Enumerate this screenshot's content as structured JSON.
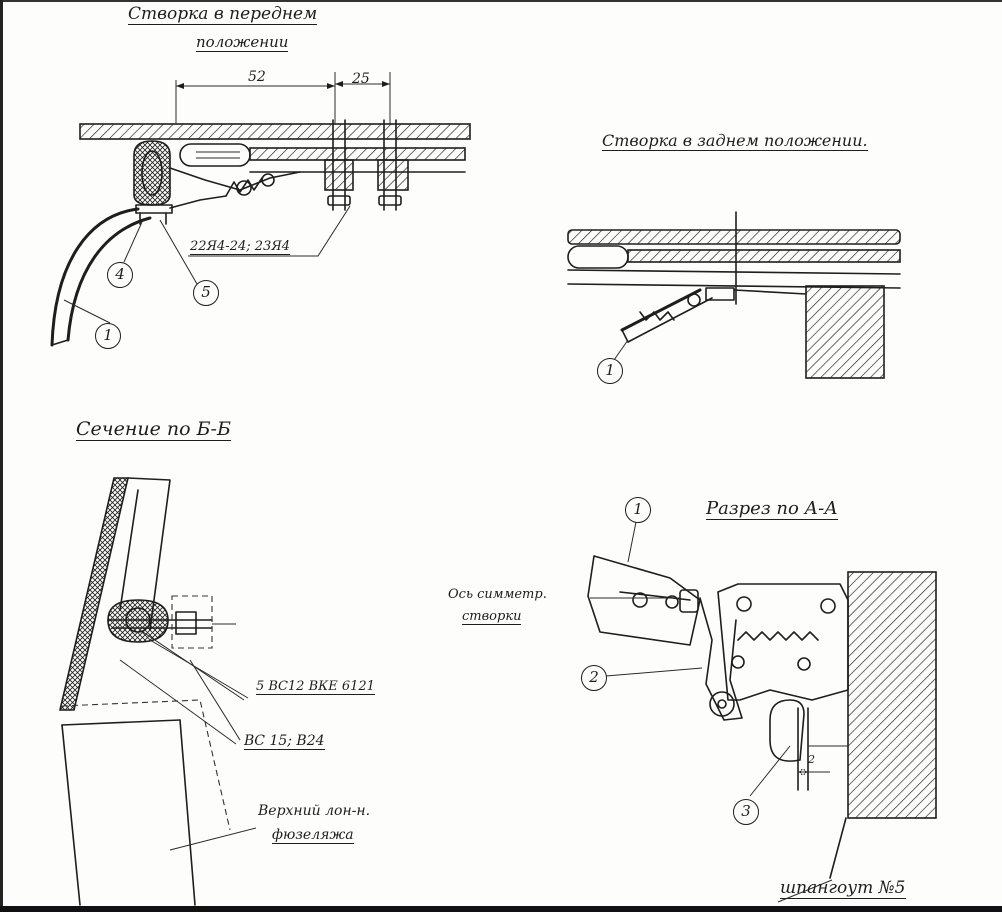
{
  "titles": {
    "front": [
      "Створка в переднем",
      "положении"
    ],
    "rear": "Створка в заднем положении.",
    "section_b": "Сечение по Б-Б",
    "section_a": "Разрез по А-А"
  },
  "dimensions": {
    "d52": "52",
    "d25": "25",
    "d2": "2"
  },
  "callouts": {
    "front_hw": "22Я4-24; 23Я4",
    "bolt_a": "5 ВС12 ВКЕ 6121",
    "bolt_b": "ВС 15; В24",
    "upper_line": [
      "Верхний лон-н.",
      "фюзеляжа"
    ],
    "axis": [
      "Ось симметр.",
      "створки"
    ],
    "frame": "шпангоут №5"
  },
  "items": {
    "n1a": "1",
    "n4": "4",
    "n5": "5",
    "n1b": "1",
    "n1c": "1",
    "n2": "2",
    "n3": "3"
  },
  "colors": {
    "ink": "#1e1e1e",
    "paper": "#fdfdfb"
  }
}
